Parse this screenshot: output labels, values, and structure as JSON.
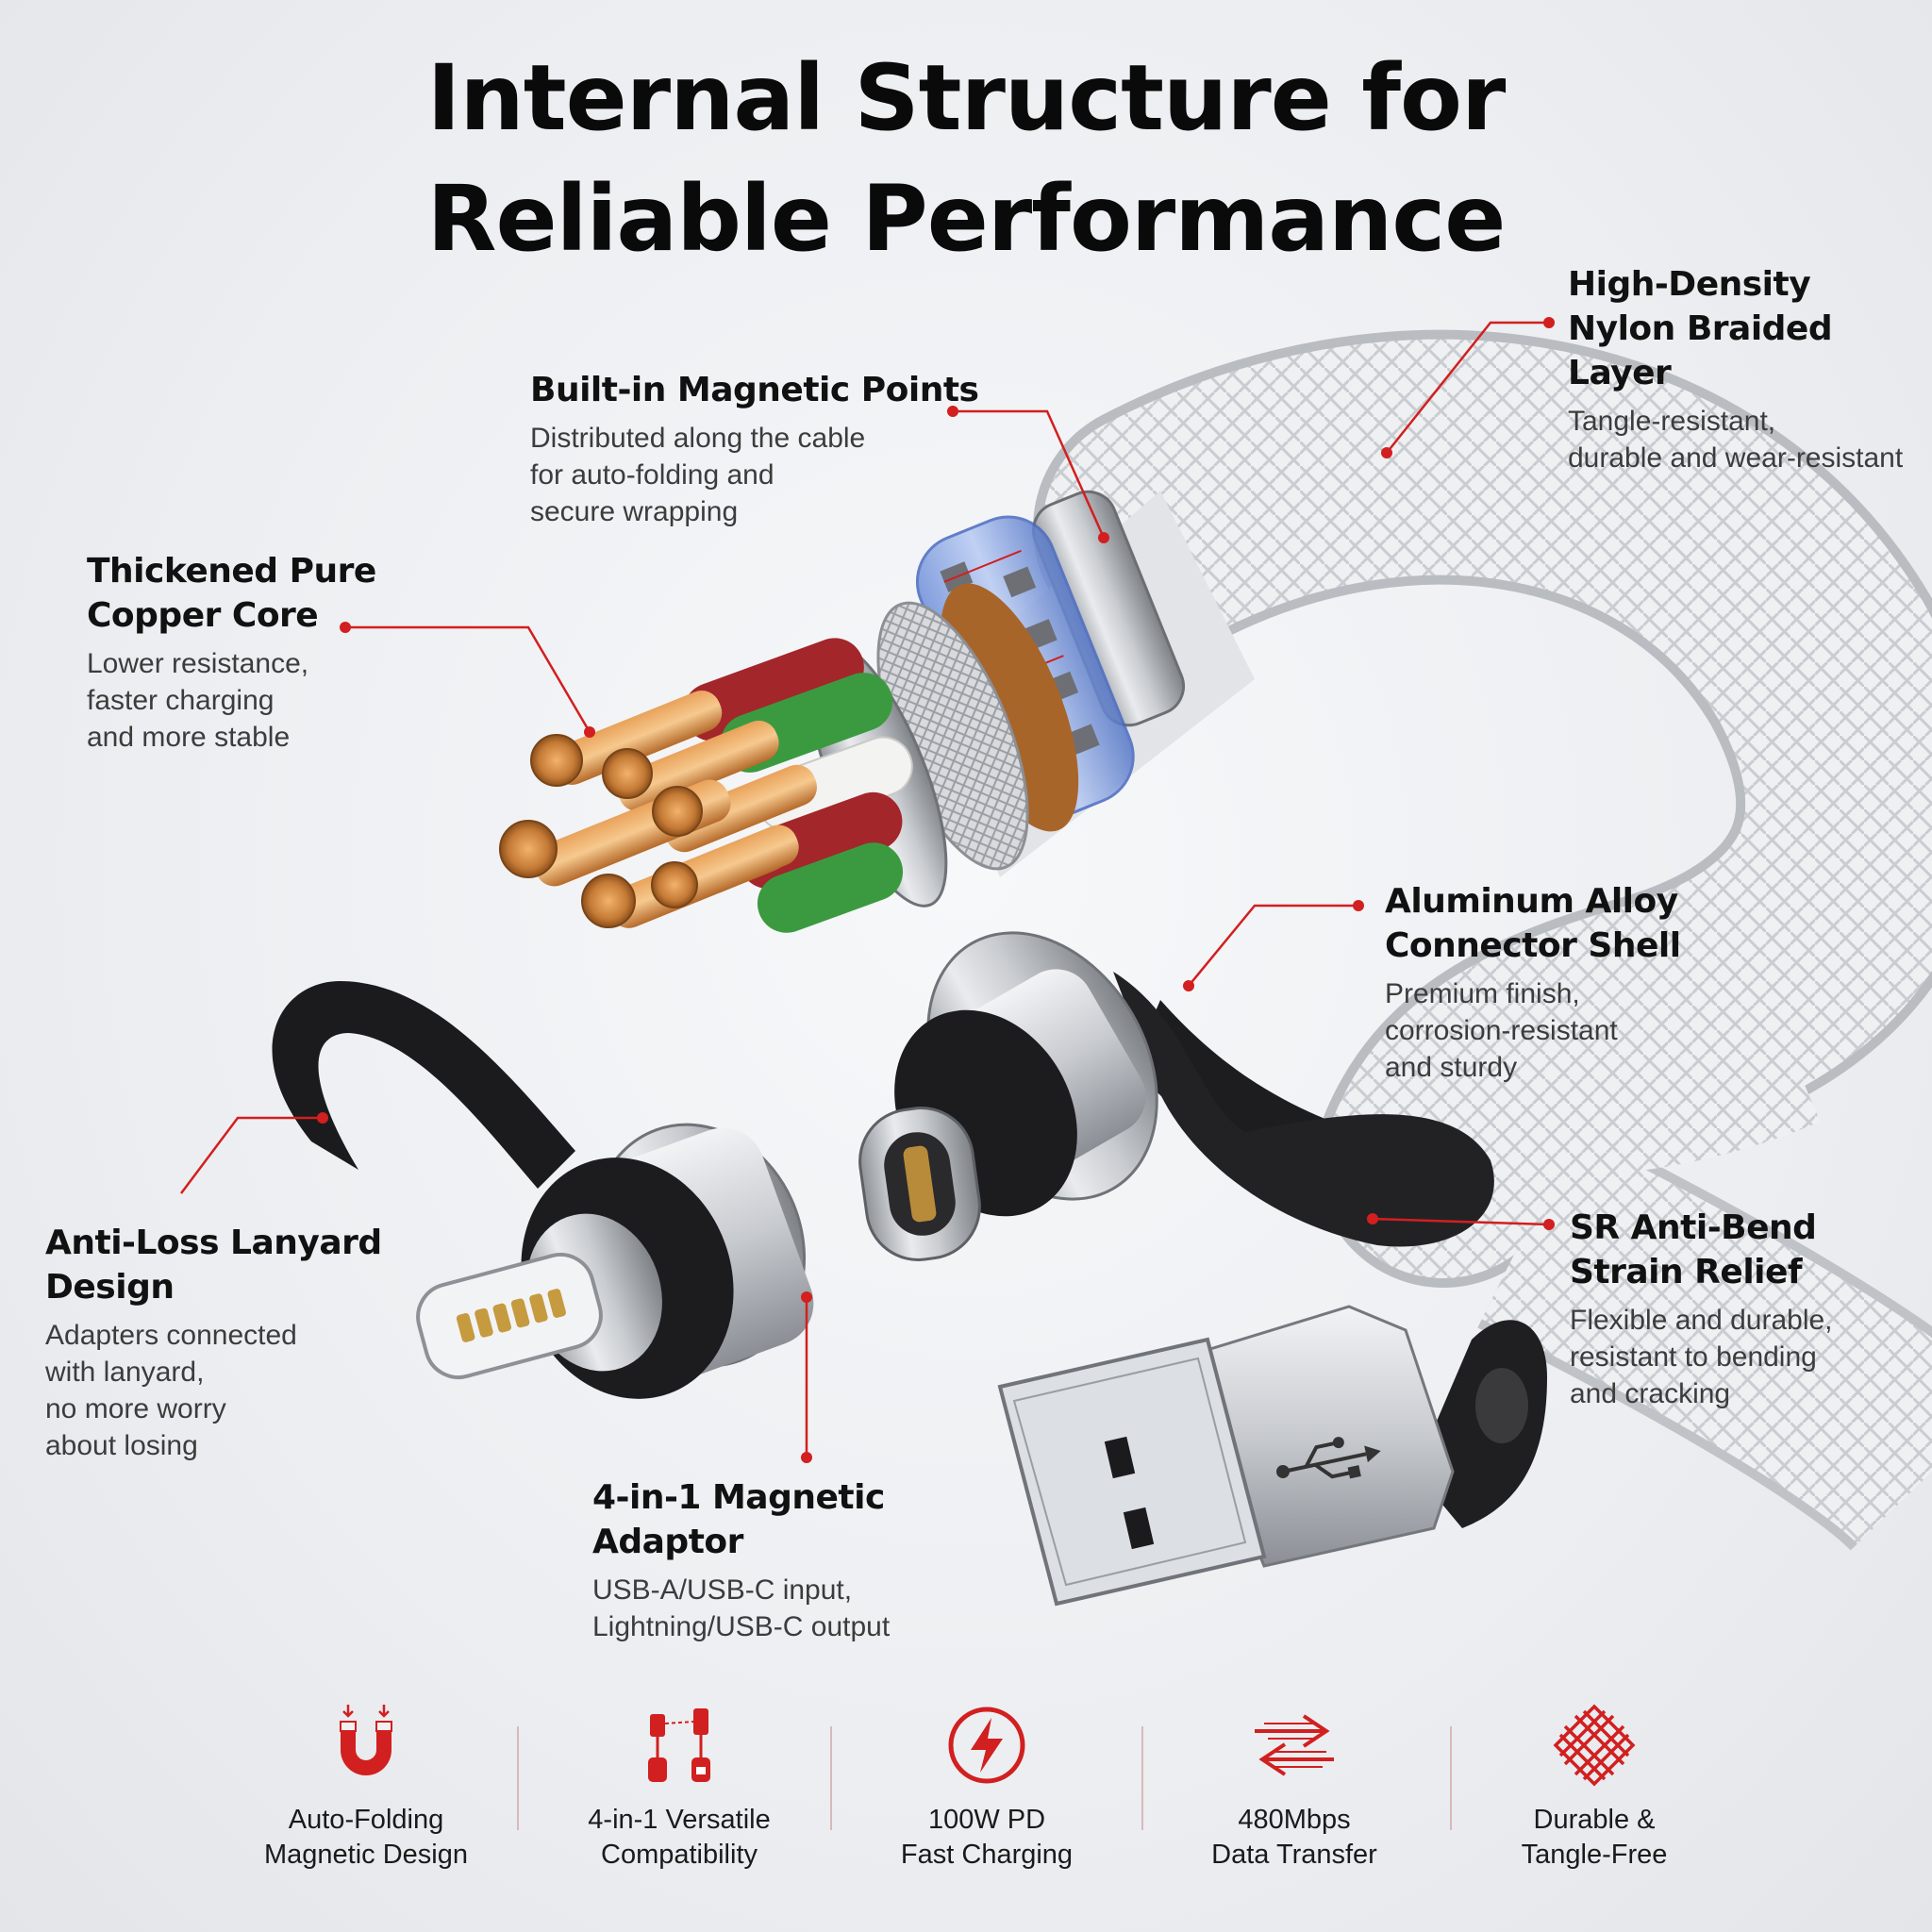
{
  "title": {
    "line1": "Internal Structure for",
    "line2": "Reliable Performance"
  },
  "accent_color": "#d21f1f",
  "callouts": {
    "nylon": {
      "title": [
        "High-Density",
        "Nylon Braided Layer"
      ],
      "desc": [
        "Tangle-resistant,",
        "durable and wear-resistant"
      ]
    },
    "magnetic_points": {
      "title": [
        "Built-in Magnetic Points"
      ],
      "desc": [
        "Distributed along the cable",
        "for auto-folding and",
        "secure wrapping"
      ]
    },
    "copper": {
      "title": [
        "Thickened Pure",
        "Copper Core"
      ],
      "desc": [
        "Lower resistance,",
        "faster charging",
        "and more stable"
      ]
    },
    "aluminum": {
      "title": [
        "Aluminum Alloy",
        "Connector Shell"
      ],
      "desc": [
        "Premium finish,",
        "corrosion-resistant",
        "and sturdy"
      ]
    },
    "lanyard": {
      "title": [
        "Anti-Loss Lanyard",
        "Design"
      ],
      "desc": [
        "Adapters connected",
        "with lanyard,",
        "no more worry",
        "about losing"
      ]
    },
    "strain": {
      "title": [
        "SR Anti-Bend",
        "Strain Relief"
      ],
      "desc": [
        "Flexible and durable,",
        "resistant to bending",
        "and cracking"
      ]
    },
    "adaptor": {
      "title": [
        "4-in-1 Magnetic",
        "Adaptor"
      ],
      "desc": [
        "USB-A/USB-C input,",
        "Lightning/USB-C output"
      ]
    }
  },
  "features": [
    {
      "icon": "magnet-icon",
      "label": [
        "Auto-Folding",
        "Magnetic Design"
      ]
    },
    {
      "icon": "adapters-icon",
      "label": [
        "4-in-1 Versatile",
        "Compatibility"
      ]
    },
    {
      "icon": "lightning-bolt-icon",
      "label": [
        "100W PD",
        "Fast Charging"
      ]
    },
    {
      "icon": "data-transfer-arrows-icon",
      "label": [
        "480Mbps",
        "Data Transfer"
      ]
    },
    {
      "icon": "braid-mesh-icon",
      "label": [
        "Durable &",
        "Tangle-Free"
      ]
    }
  ]
}
